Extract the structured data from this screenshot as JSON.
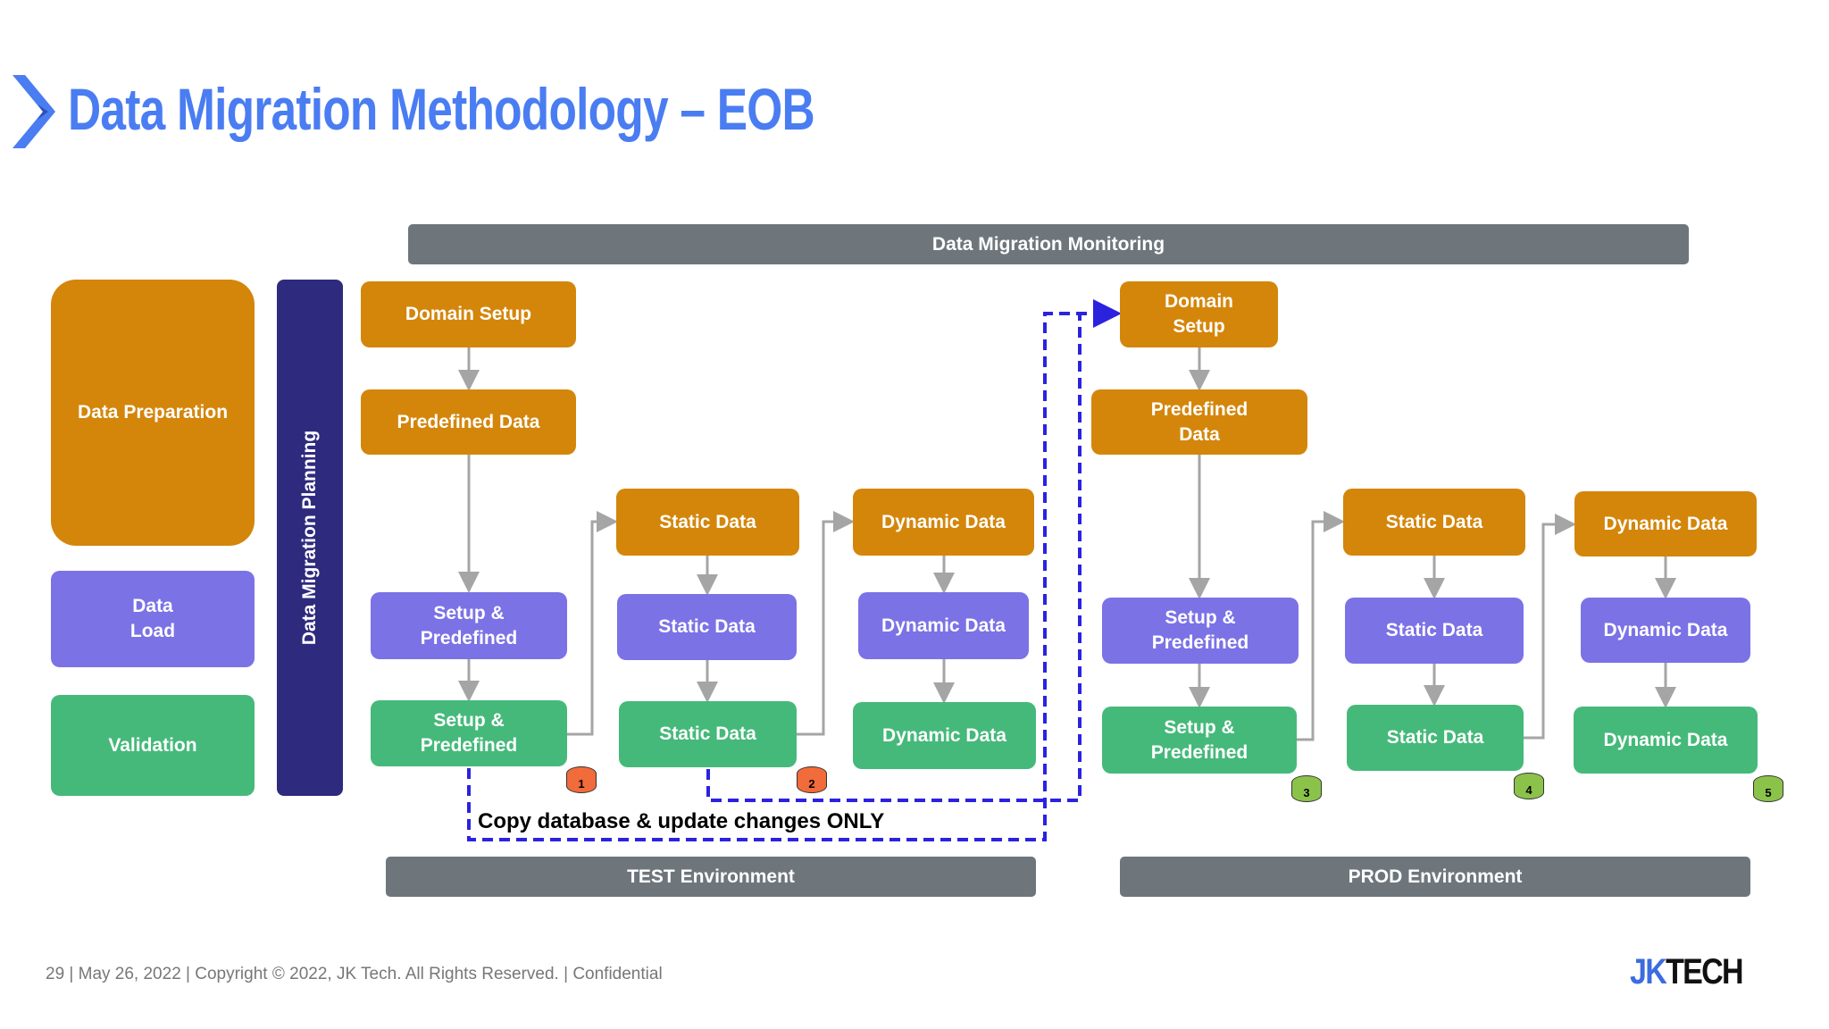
{
  "title": "Data Migration Methodology – EOB",
  "colors": {
    "title": "#4A7DF2",
    "preparation": "#D4860B",
    "load": "#7B72E6",
    "validation": "#45B97A",
    "planning": "#2E2A7E",
    "bar": "#6E767C",
    "dashed": "#2B22E0",
    "db_test": "#F26B3A",
    "db_prod": "#8BC34A"
  },
  "monitoring_label": "Data Migration Monitoring",
  "legend": {
    "preparation": "Data Preparation",
    "load": "Data\nLoad",
    "validation": "Validation"
  },
  "planning_label": "Data Migration Planning",
  "test": {
    "domain_setup": "Domain Setup",
    "predefined": "Predefined Data",
    "col1": {
      "load": "Setup &\nPredefined",
      "validation": "Setup &\nPredefined"
    },
    "col2": {
      "prep": "Static Data",
      "load": "Static Data",
      "validation": "Static Data"
    },
    "col3": {
      "prep": "Dynamic Data",
      "load": "Dynamic Data",
      "validation": "Dynamic Data"
    },
    "env_label": "TEST Environment"
  },
  "prod": {
    "domain_setup": "Domain\nSetup",
    "predefined": "Predefined\nData",
    "col1": {
      "load": "Setup &\nPredefined",
      "validation": "Setup &\nPredefined"
    },
    "col2": {
      "prep": "Static Data",
      "load": "Static Data",
      "validation": "Static Data"
    },
    "col3": {
      "prep": "Dynamic Data",
      "load": "Dynamic Data",
      "validation": "Dynamic Data"
    },
    "env_label": "PROD Environment"
  },
  "databases": [
    "1",
    "2",
    "3",
    "4",
    "5"
  ],
  "copy_note": "Copy database & update changes ONLY",
  "footer": "29  | May 26, 2022 |  Copyright © 2022, JK Tech. All Rights Reserved. | Confidential",
  "logo": {
    "part1": "JK",
    "part2": "TECH"
  }
}
